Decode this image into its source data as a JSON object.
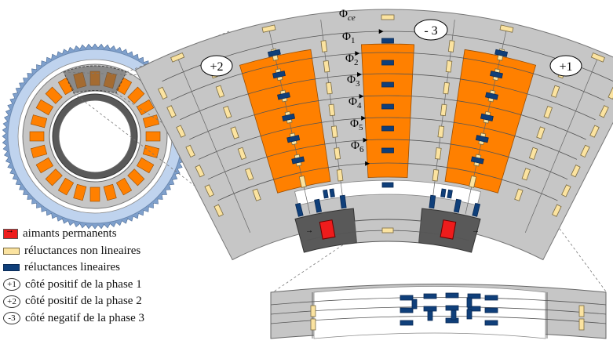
{
  "labels": {
    "phi_ce": "Φ",
    "phi_ce_sub": "ce",
    "phi": "Φ",
    "phi_subs": [
      "1",
      "2",
      "3",
      "4",
      "5",
      "6"
    ],
    "phase_plus1": "+1",
    "phase_plus2": "+2",
    "phase_minus3": "- 3",
    "magnet_arrow": "→"
  },
  "legend": {
    "magnets": "aimants permanents",
    "nonlinear": "réluctances non lineaires",
    "linear": "réluctances lineaires",
    "p1_symbol": "+1",
    "p1_text": "côté positif de la phase 1",
    "p2_symbol": "+2",
    "p2_text": "côté positif de la phase 2",
    "p3_symbol": "-3",
    "p3_text": "côté negatif de la phase 3"
  },
  "colors": {
    "coil": "#ff8000",
    "iron": "#c6c6c6",
    "iron_dark": "#595959",
    "magnet": "#ee1c1c",
    "nonlinear_reluctance": "#fbe3a0",
    "linear_reluctance": "#0f3f7a",
    "airgap": "#ffffff"
  },
  "icons": {
    "magnet": "red-rectangle-with-arrow",
    "nonlinear": "pale-yellow-bar",
    "linear": "navy-bar",
    "phase": "ellipse-with-sign"
  }
}
